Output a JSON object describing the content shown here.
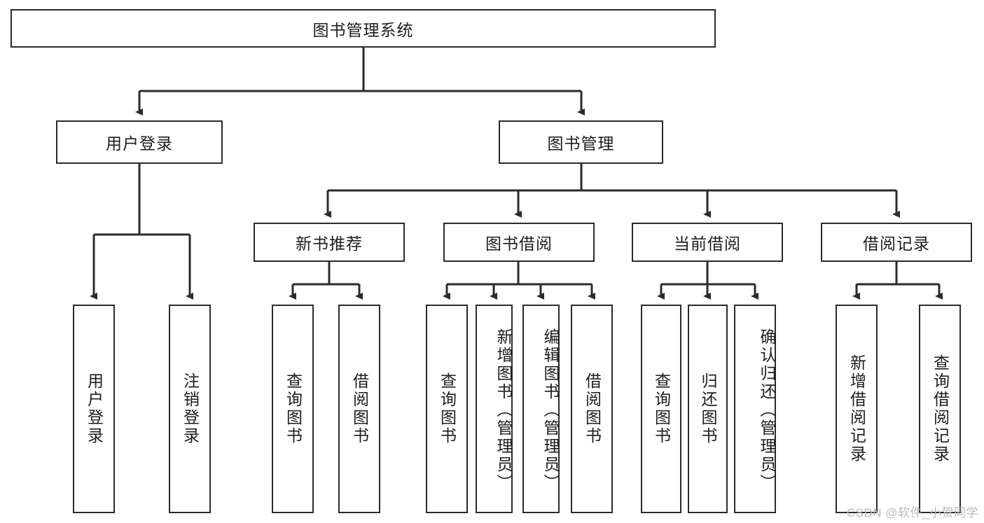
{
  "diagram": {
    "title_node": {
      "label": "图书管理系统"
    },
    "level2": [
      {
        "label": "用户登录"
      },
      {
        "label": "图书管理"
      }
    ],
    "level3": [
      {
        "label": "新书推荐"
      },
      {
        "label": "图书借阅"
      },
      {
        "label": "当前借阅"
      },
      {
        "label": "借阅记录"
      }
    ],
    "leaves": [
      {
        "label": "用户登录"
      },
      {
        "label": "注销登录"
      },
      {
        "label": "查询图书"
      },
      {
        "label": "借阅图书"
      },
      {
        "label": "查询图书"
      },
      {
        "label": "新增图书（管理员）"
      },
      {
        "label": "编辑图书（管理员）"
      },
      {
        "label": "借阅图书"
      },
      {
        "label": "查询图书"
      },
      {
        "label": "归还图书"
      },
      {
        "label": "确认归还（管理员）"
      },
      {
        "label": "新增借阅记录"
      },
      {
        "label": "查询借阅记录"
      }
    ],
    "watermark": "CSDN @软件_小贺同学",
    "colors": {
      "stroke": "#2b2b2b",
      "text": "#1d1d1d",
      "background": "#ffffff",
      "watermark": "#b9b9b9"
    }
  }
}
